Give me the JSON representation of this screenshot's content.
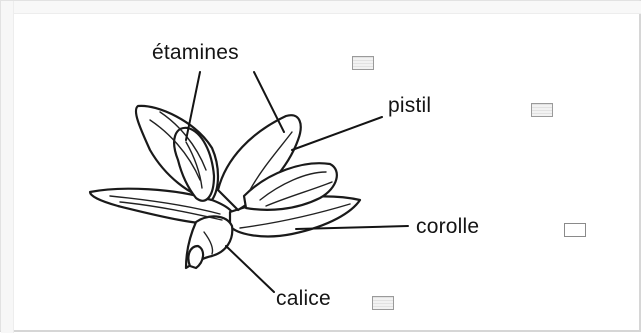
{
  "labels": {
    "etamines": "étamines",
    "pistil": "pistil",
    "corolle": "corolle",
    "calice": "calice"
  },
  "answer_boxes": {
    "etamines": {
      "checked": false
    },
    "pistil": {
      "checked": false
    },
    "corolle": {
      "checked": false
    },
    "calice": {
      "checked": false
    }
  }
}
